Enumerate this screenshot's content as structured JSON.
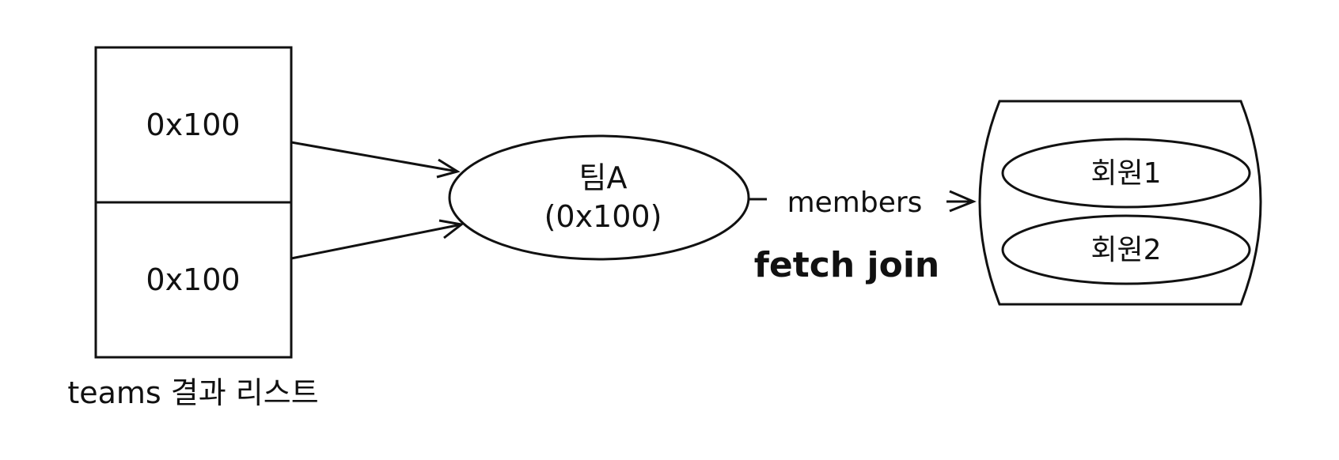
{
  "teams_list": {
    "slots": [
      "0x100",
      "0x100"
    ],
    "caption": "teams 결과 리스트"
  },
  "team": {
    "name": "팀A",
    "address": "(0x100)"
  },
  "relation": {
    "label": "members",
    "strategy": "fetch join"
  },
  "members_collection": {
    "items": [
      "회원1",
      "회원2"
    ]
  }
}
